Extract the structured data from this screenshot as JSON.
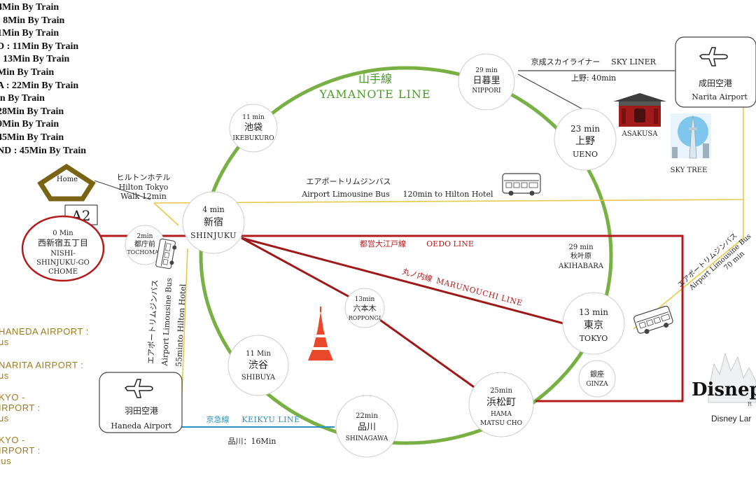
{
  "left_list": [
    "4Min By Train",
    ": 8Min By Train",
    "1Min By Train",
    "D : 11Min By Train",
    " : 13Min By Train",
    "Min By Train",
    "A : 22Min By Train",
    "in By Train",
    "28Min By Train",
    "9Min By Train",
    "45Min By Train",
    "ND : 45Min By Train"
  ],
  "airport_notes": [
    {
      "l1": "HANEDA AIRPORT :",
      "l2": "us"
    },
    {
      "l1": "NARITA AIRPORT :",
      "l2": "us"
    },
    {
      "l1": "KYO -",
      "l2": "IRPORT :",
      "l3": "us"
    },
    {
      "l1": "KYO -",
      "l2": "IRPORT :",
      "l3": "lus"
    }
  ],
  "yamanote": {
    "jp": "山手線",
    "en": "YAMANOTE LINE"
  },
  "home": {
    "label": "Home",
    "badge": "A2"
  },
  "hilton": {
    "jp": "ヒルトンホテル",
    "en1": "Hilton Tokyo",
    "en2": "Walk 12min"
  },
  "stations": {
    "nishi": {
      "time": "0 Min",
      "jp": "西新宿五丁目",
      "en1": "NISHI-",
      "en2": "SHINJUKU-GO",
      "en3": "CHOME"
    },
    "tochomae": {
      "time": "2min",
      "jp": "都庁前",
      "en": "TOCHOMAE"
    },
    "shinjuku": {
      "time": "4 min",
      "jp": "新宿",
      "en": "SHINJUKU"
    },
    "ikebukuro": {
      "time": "11 min",
      "jp": "池袋",
      "en": "IKEBUKURO"
    },
    "nippori": {
      "time": "29 min",
      "jp": "日暮里",
      "en": "NIPPORI"
    },
    "ueno": {
      "time": "23 min",
      "jp": "上野",
      "en": "UENO"
    },
    "akihabara": {
      "time": "29 min",
      "jp": "秋叶原",
      "en": "AKIHABARA"
    },
    "tokyo": {
      "time": "13 min",
      "jp": "東京",
      "en": "TOKYO"
    },
    "ginza": {
      "jp": "銀座",
      "en": "GINZA"
    },
    "hamamatsucho": {
      "time": "25min",
      "jp": "浜松町",
      "en1": "HAMA",
      "en2": "MATSU CHO"
    },
    "shinagawa": {
      "time": "22min",
      "jp": "品川",
      "en": "SHINAGAWA"
    },
    "shibuya": {
      "time": "11 Min",
      "jp": "渋谷",
      "en": "SHIBUYA"
    },
    "roppongi": {
      "time": "13min",
      "jp": "六本木",
      "en": "ROPPONGI"
    }
  },
  "lines": {
    "oedo": {
      "jp": "都営大江戸線",
      "en": "OEDO LINE"
    },
    "marunouchi": {
      "jp": "丸ノ内線",
      "en": "MARUNOUCHI LINE"
    },
    "keikyu": {
      "jp": "京急線",
      "en": "KEIKYU LINE",
      "note": "品川：16Min"
    },
    "skyliner": {
      "jp": "京成スカイライナー",
      "en": "SKY LINER",
      "note": "上野: 40min"
    }
  },
  "limousine_top": {
    "jp": "エアポートリムジンバス",
    "en": "Airport Limousine Bus",
    "note": "120min to Hilton Hotel"
  },
  "limousine_left": {
    "jp": "エアポートリムジンバス",
    "en": "Airport Limousine Bus",
    "note": "55minto Hilton Hotel"
  },
  "limousine_right": {
    "jp": "エアポートリムジンバス",
    "en": "Airport Limousine Bus",
    "note": "70 min"
  },
  "narita": {
    "jp": "成田空港",
    "en": "Narita   Airport"
  },
  "haneda": {
    "jp": "羽田空港",
    "en": "Haneda   Airport"
  },
  "landmarks": {
    "asakusa": "ASAKUSA",
    "skytree": "SKY TREE",
    "disney_caption": "Disney Lar",
    "disney_logo": "Disnepl",
    "disney_sub": "R"
  },
  "colors": {
    "yamanote": "#78b043",
    "oedo": "#b31b1b",
    "marunouchi": "#9e1a1a",
    "keikyu": "#2a8fc1",
    "limousine": "#e6c94a",
    "home": "#7a6414",
    "yamanote_text": "#4c9a2a",
    "line_text": "#b31b1b"
  }
}
